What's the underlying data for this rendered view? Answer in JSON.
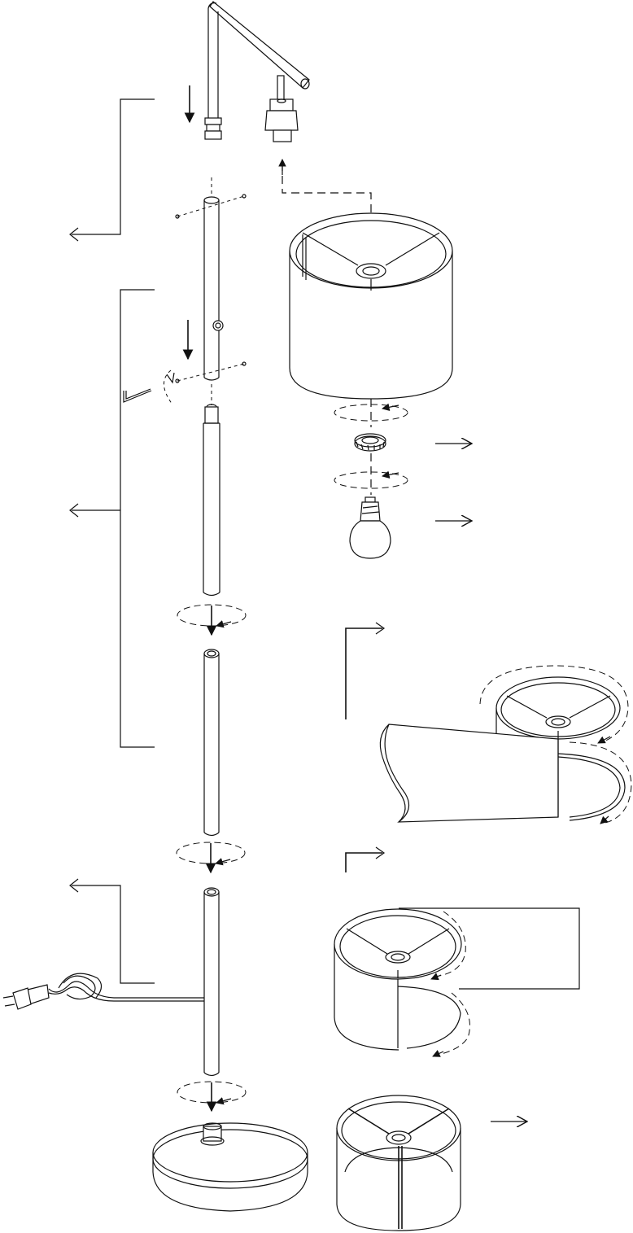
{
  "figure": {
    "kind": "exploded assembly diagram",
    "parts": [
      "arm-assembly",
      "upper-tube",
      "allen-key",
      "middle-tube",
      "lower-connector-tube",
      "bottom-tube",
      "power-cord",
      "plug",
      "base",
      "lampshade",
      "shade-ring",
      "light-bulb"
    ],
    "step_shade_views": [
      "shade-wrap-step-1",
      "shade-wrap-step-2",
      "shade-final"
    ],
    "colors": {
      "line": "#111111",
      "background": "#ffffff"
    }
  }
}
